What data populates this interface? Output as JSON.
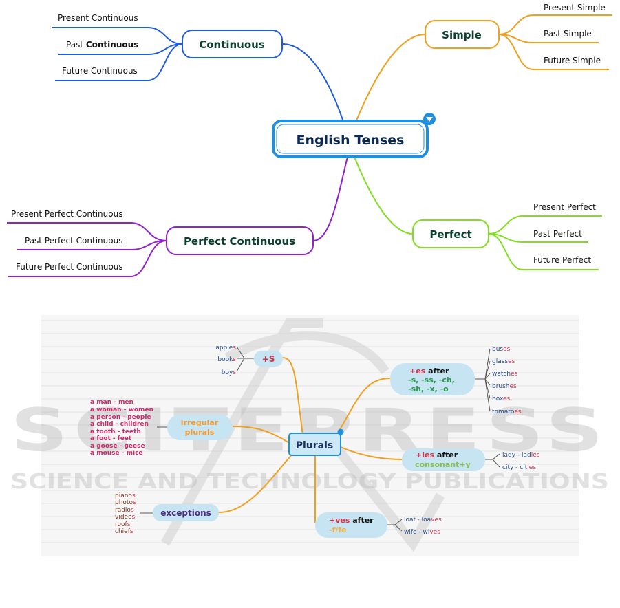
{
  "tenses_map": {
    "center": "English Tenses",
    "colors": {
      "continuous": "#1f5ce0",
      "simple": "#f0a020",
      "perfect": "#80e020",
      "perfect_continuous": "#9020d0",
      "center": "#1e90e0"
    },
    "continuous": {
      "label": "Continuous",
      "leaves": [
        "Present Continuous",
        "Past ",
        "Continuous",
        "Future Continuous"
      ]
    },
    "simple": {
      "label": "Simple",
      "leaves": [
        "Present Simple",
        "Past Simple",
        "Future Simple"
      ]
    },
    "perfect": {
      "label": "Perfect",
      "leaves": [
        "Present Perfect",
        "Past Perfect",
        "Future Perfect"
      ]
    },
    "perfect_continuous": {
      "label": "Perfect Continuous",
      "leaves": [
        "Present Perfect Continuous",
        "Past Perfect Continuous",
        "Future Perfect Continuous"
      ]
    }
  },
  "plurals_map": {
    "center": "Plurals",
    "plus_s": {
      "label": "+S",
      "items": [
        [
          "apple",
          "s"
        ],
        [
          "book",
          "s"
        ],
        [
          "boy",
          "s"
        ]
      ]
    },
    "irregular": {
      "label_1": "irregular",
      "label_2": "plurals",
      "items": [
        "a man - men",
        "a woman - women",
        "a person - people",
        "a child - children",
        "a tooth - teeth",
        "a foot - feet",
        "a goose - geese",
        "a mouse - mice"
      ]
    },
    "exceptions": {
      "label": "exceptions",
      "items": [
        [
          "piano",
          "s"
        ],
        [
          "photo",
          "s"
        ],
        [
          "radio",
          "s"
        ],
        [
          "video",
          "s"
        ],
        [
          "roof",
          "s"
        ],
        [
          "chief",
          "s"
        ]
      ]
    },
    "es": {
      "label_red": "+es",
      "label_after": " after",
      "line2": "-s, -ss, -ch,",
      "line3": "-sh, -x, -o",
      "items": [
        [
          "bus",
          "es"
        ],
        [
          "glass",
          "es"
        ],
        [
          "watch",
          "es"
        ],
        [
          "brush",
          "es"
        ],
        [
          "box",
          "es"
        ],
        [
          "tomato",
          "es"
        ]
      ]
    },
    "ies": {
      "label_red": "+ies",
      "label_after": " after",
      "line2": "consonant+y",
      "items": [
        [
          "lady - lad",
          "ies"
        ],
        [
          "city - cit",
          "ies"
        ]
      ]
    },
    "ves": {
      "label_red": "+ves",
      "label_after": " after",
      "line2": "-f/fe",
      "items": [
        [
          "loaf - loa",
          "ves"
        ],
        [
          "wife - wi",
          "ves"
        ]
      ]
    }
  },
  "watermark": {
    "line1": "SCITEPRESS",
    "line2": "SCIENCE AND TECHNOLOGY PUBLICATIONS"
  }
}
